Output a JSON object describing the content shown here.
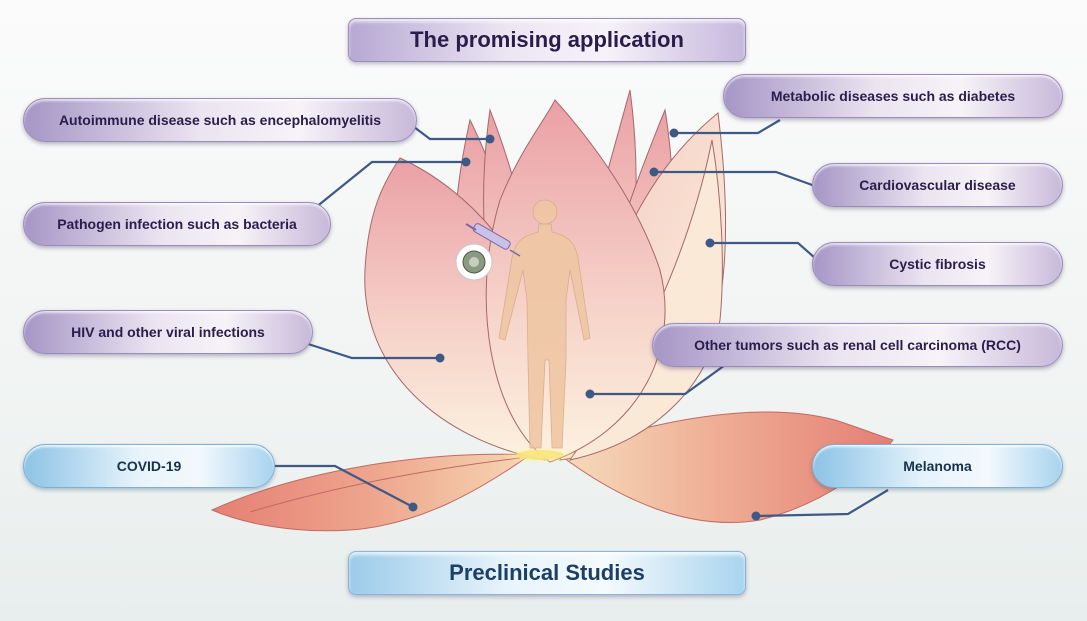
{
  "title": "The promising application",
  "bottom_title": "Preclinical Studies",
  "labels": {
    "autoimmune": "Autoimmune disease such as encephalomyelitis",
    "metabolic": "Metabolic diseases such as diabetes",
    "pathogen": "Pathogen infection such as bacteria",
    "cardiovascular": "Cardiovascular disease",
    "cystic": "Cystic fibrosis",
    "hiv": "HIV and other viral infections",
    "tumors": "Other tumors such as renal cell carcinoma (RCC)",
    "covid": "COVID-19",
    "melanoma": "Melanoma"
  },
  "colors": {
    "connector": "#3d5a86",
    "petal_pink": "#e9a3a7",
    "petal_cream": "#fbeadc",
    "pill_purple": "#b4a7d0",
    "pill_blue": "#9ccbe9"
  }
}
